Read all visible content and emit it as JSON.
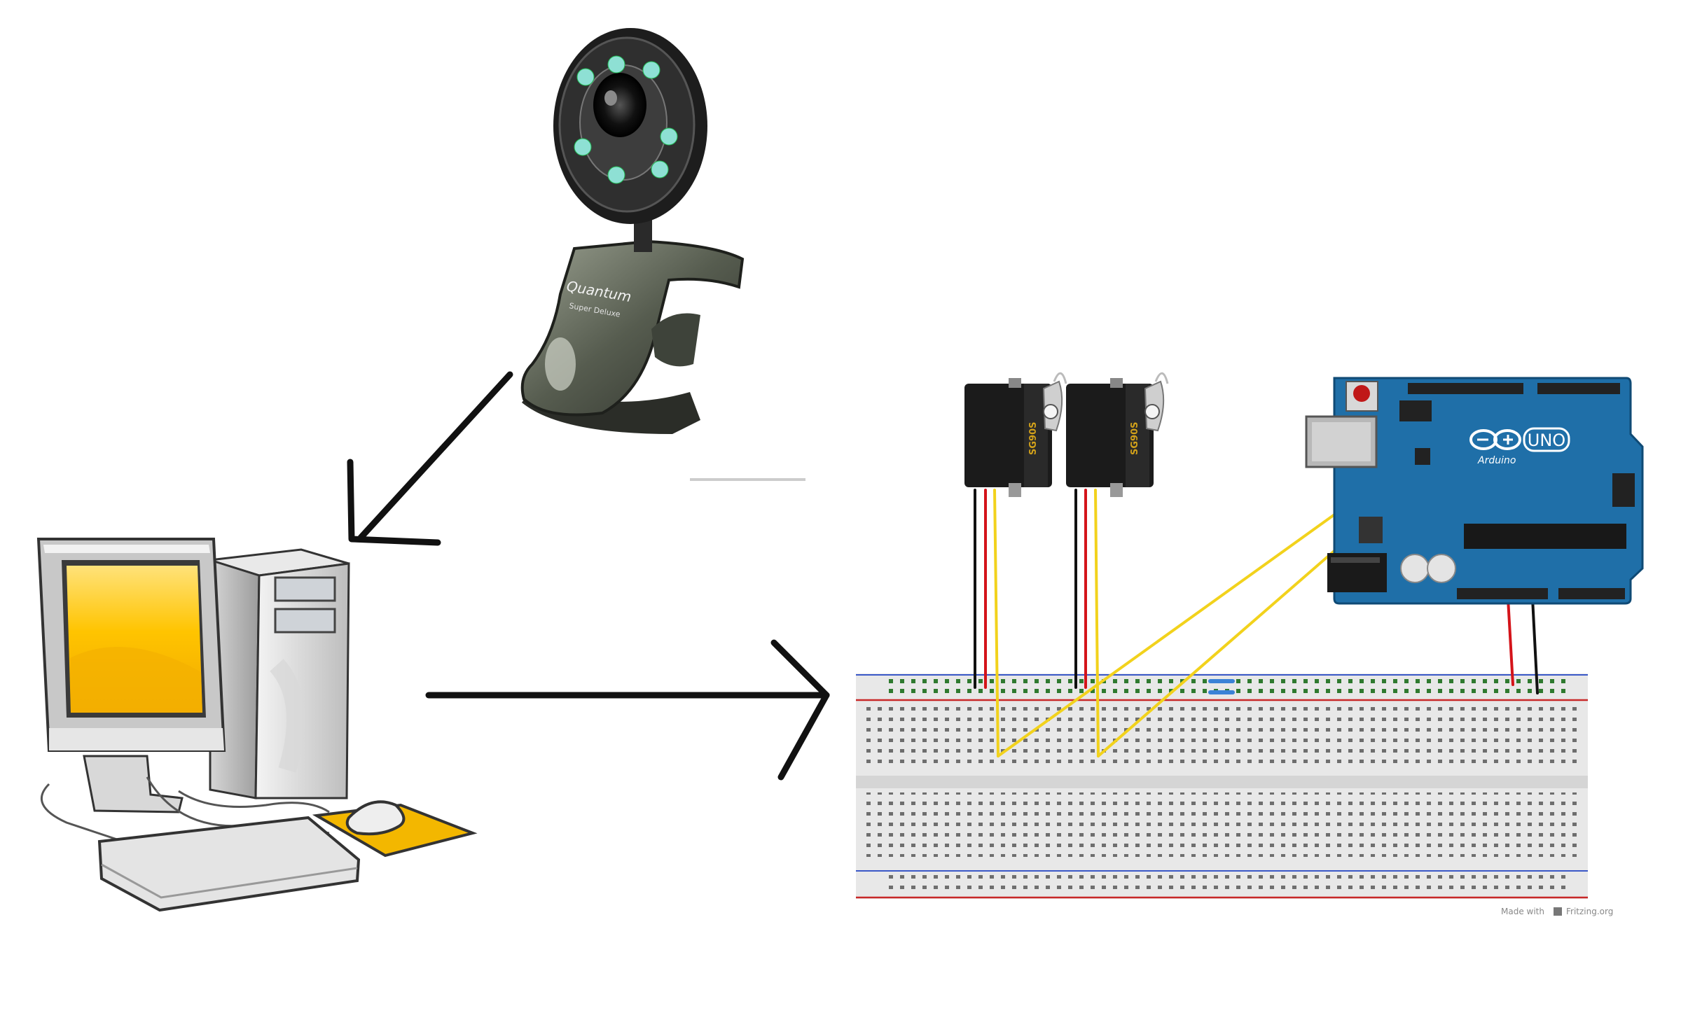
{
  "webcam": {
    "brand": "Quantum",
    "model": "Super Deluxe"
  },
  "servos": [
    {
      "label": "SG90S"
    },
    {
      "label": "SG90S"
    }
  ],
  "arduino": {
    "logo": "UNO",
    "brand": "Arduino"
  },
  "footer": {
    "made_with": "Made with",
    "fritzing": "Fritzing.org"
  },
  "colors": {
    "arrow": "#111111",
    "breadboard": "#e8e8e8",
    "rail_blue": "#3a58c8",
    "rail_red": "#c82828",
    "arduino": "#1f6fa8",
    "wire_yellow": "#f2d21c",
    "wire_red": "#d4141a",
    "wire_black": "#111111",
    "monitor_screen": "#f5b800"
  },
  "icons": [
    "webcam-icon",
    "desktop-computer-icon",
    "servo-icon",
    "arduino-board-icon",
    "breadboard-icon"
  ]
}
